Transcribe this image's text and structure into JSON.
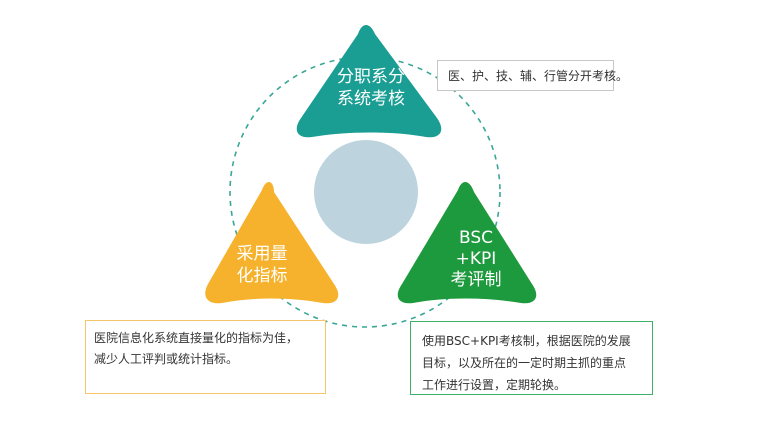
{
  "colors": {
    "top_triangle": "#1a9e94",
    "left_triangle": "#f6b22c",
    "right_triangle": "#1e9a3e",
    "center_circle": "#bdd3dd",
    "dashed_ring": "#3aa796",
    "top_note_border": "#c7c7c7",
    "left_note_border": "#f5c56c",
    "right_note_border": "#3fb06a"
  },
  "triangles": {
    "top": {
      "lines": [
        "分职系分",
        "系统考核"
      ]
    },
    "left": {
      "lines": [
        "采用量",
        "化指标"
      ]
    },
    "right": {
      "lines": [
        "BSC",
        "+KPI",
        "考评制"
      ]
    }
  },
  "notes": {
    "top": {
      "lines": [
        "医、护、技、辅、行管分开考核。"
      ]
    },
    "left": {
      "lines": [
        "医院信息化系统直接量化的指标为佳，",
        "减少人工评判或统计指标。"
      ]
    },
    "right": {
      "lines": [
        "使用BSC+KPI考核制，根据医院的发展",
        "目标，以及所在的一定时期主抓的重点",
        "工作进行设置，定期轮换。"
      ]
    }
  }
}
